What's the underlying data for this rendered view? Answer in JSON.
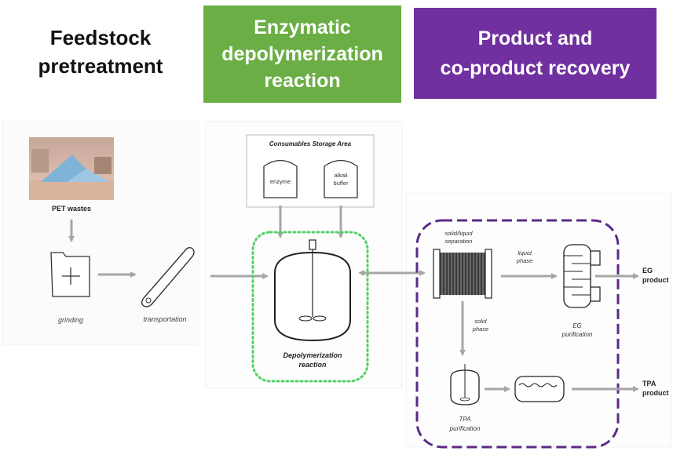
{
  "headers": {
    "feedstock": [
      "Feedstock",
      "pretreatment"
    ],
    "enzymatic": [
      "Enzymatic",
      "depolymerization",
      "reaction"
    ],
    "recovery": [
      "Product and",
      "co-product recovery"
    ]
  },
  "storage": {
    "title": "Consumables Storage Area",
    "enzyme": "enzyme",
    "buffer": [
      "alkali",
      "buffer"
    ]
  },
  "steps": {
    "pet_wastes": "PET wastes",
    "grinding": "grinding",
    "transportation": "transportation",
    "reactor": [
      "Depolymerization",
      "reaction"
    ],
    "separation": [
      "solid/liquid",
      "separation"
    ],
    "liquid_phase": [
      "liquid",
      "phase"
    ],
    "solid_phase": [
      "solid",
      "phase"
    ],
    "eg_purification": [
      "EG",
      "purification"
    ],
    "tpa_purification": [
      "TPA",
      "purification"
    ],
    "eg_product": [
      "EG",
      "product"
    ],
    "tpa_product": [
      "TPA",
      "product"
    ]
  },
  "colors": {
    "green_header": "#6bae45",
    "purple_header": "#7030a0",
    "green_dotted": "#55d06a",
    "purple_dashed": "#5b2a86",
    "arrow": "#a6a6a6"
  }
}
